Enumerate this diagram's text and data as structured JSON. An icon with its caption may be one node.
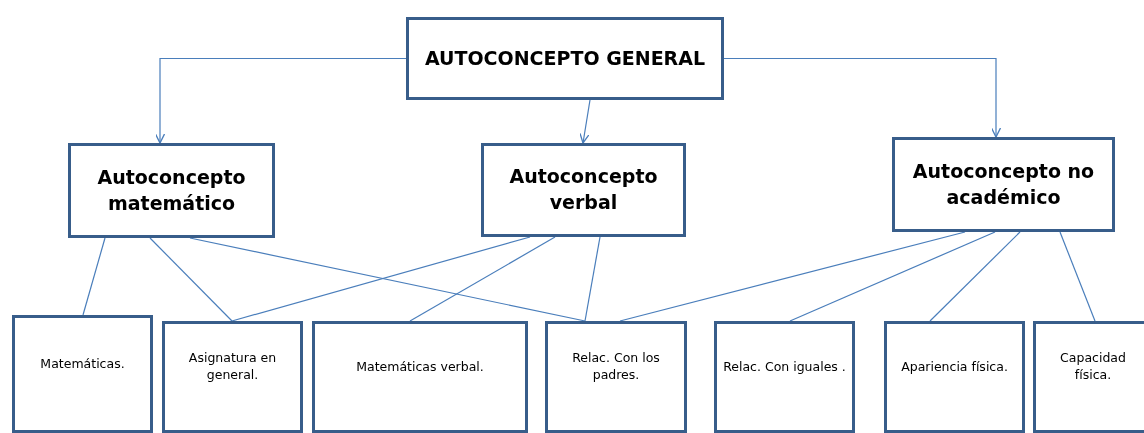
{
  "diagram": {
    "nodes": [
      {
        "text": [
          "AUTOCONCEPTO GENERAL"
        ]
      },
      {
        "text": [
          "Autoconcepto matemático"
        ]
      },
      {
        "text": [
          "Autoconcepto verbal"
        ]
      },
      {
        "text": [
          "Autoconcepto no académico"
        ]
      },
      {
        "text": [
          "Matemáticas."
        ]
      },
      {
        "text": [
          "Asignatura en general."
        ]
      },
      {
        "text": [
          "Matemáticas verbal."
        ]
      },
      {
        "text": [
          "Relac. Con los padres."
        ]
      },
      {
        "text": [
          "Relac. Con iguales ."
        ]
      },
      {
        "text": [
          "Apariencia física."
        ]
      },
      {
        "text": [
          "Capacidad física."
        ]
      }
    ],
    "edges": [
      {
        "from": 0,
        "to": 1,
        "arrow": "to"
      },
      {
        "from": 0,
        "to": 2,
        "arrow": "to"
      },
      {
        "from": 0,
        "to": 3,
        "arrow": "to"
      },
      {
        "from": 1,
        "to": 4,
        "arrow": "none"
      },
      {
        "from": 1,
        "to": 5,
        "arrow": "none"
      },
      {
        "from": 1,
        "to": 7,
        "arrow": "none"
      },
      {
        "from": 2,
        "to": 5,
        "arrow": "none"
      },
      {
        "from": 2,
        "to": 6,
        "arrow": "none"
      },
      {
        "from": 2,
        "to": 7,
        "arrow": "none"
      },
      {
        "from": 3,
        "to": 7,
        "arrow": "none"
      },
      {
        "from": 3,
        "to": 8,
        "arrow": "none"
      },
      {
        "from": 3,
        "to": 9,
        "arrow": "none"
      },
      {
        "from": 3,
        "to": 10,
        "arrow": "none"
      }
    ]
  }
}
